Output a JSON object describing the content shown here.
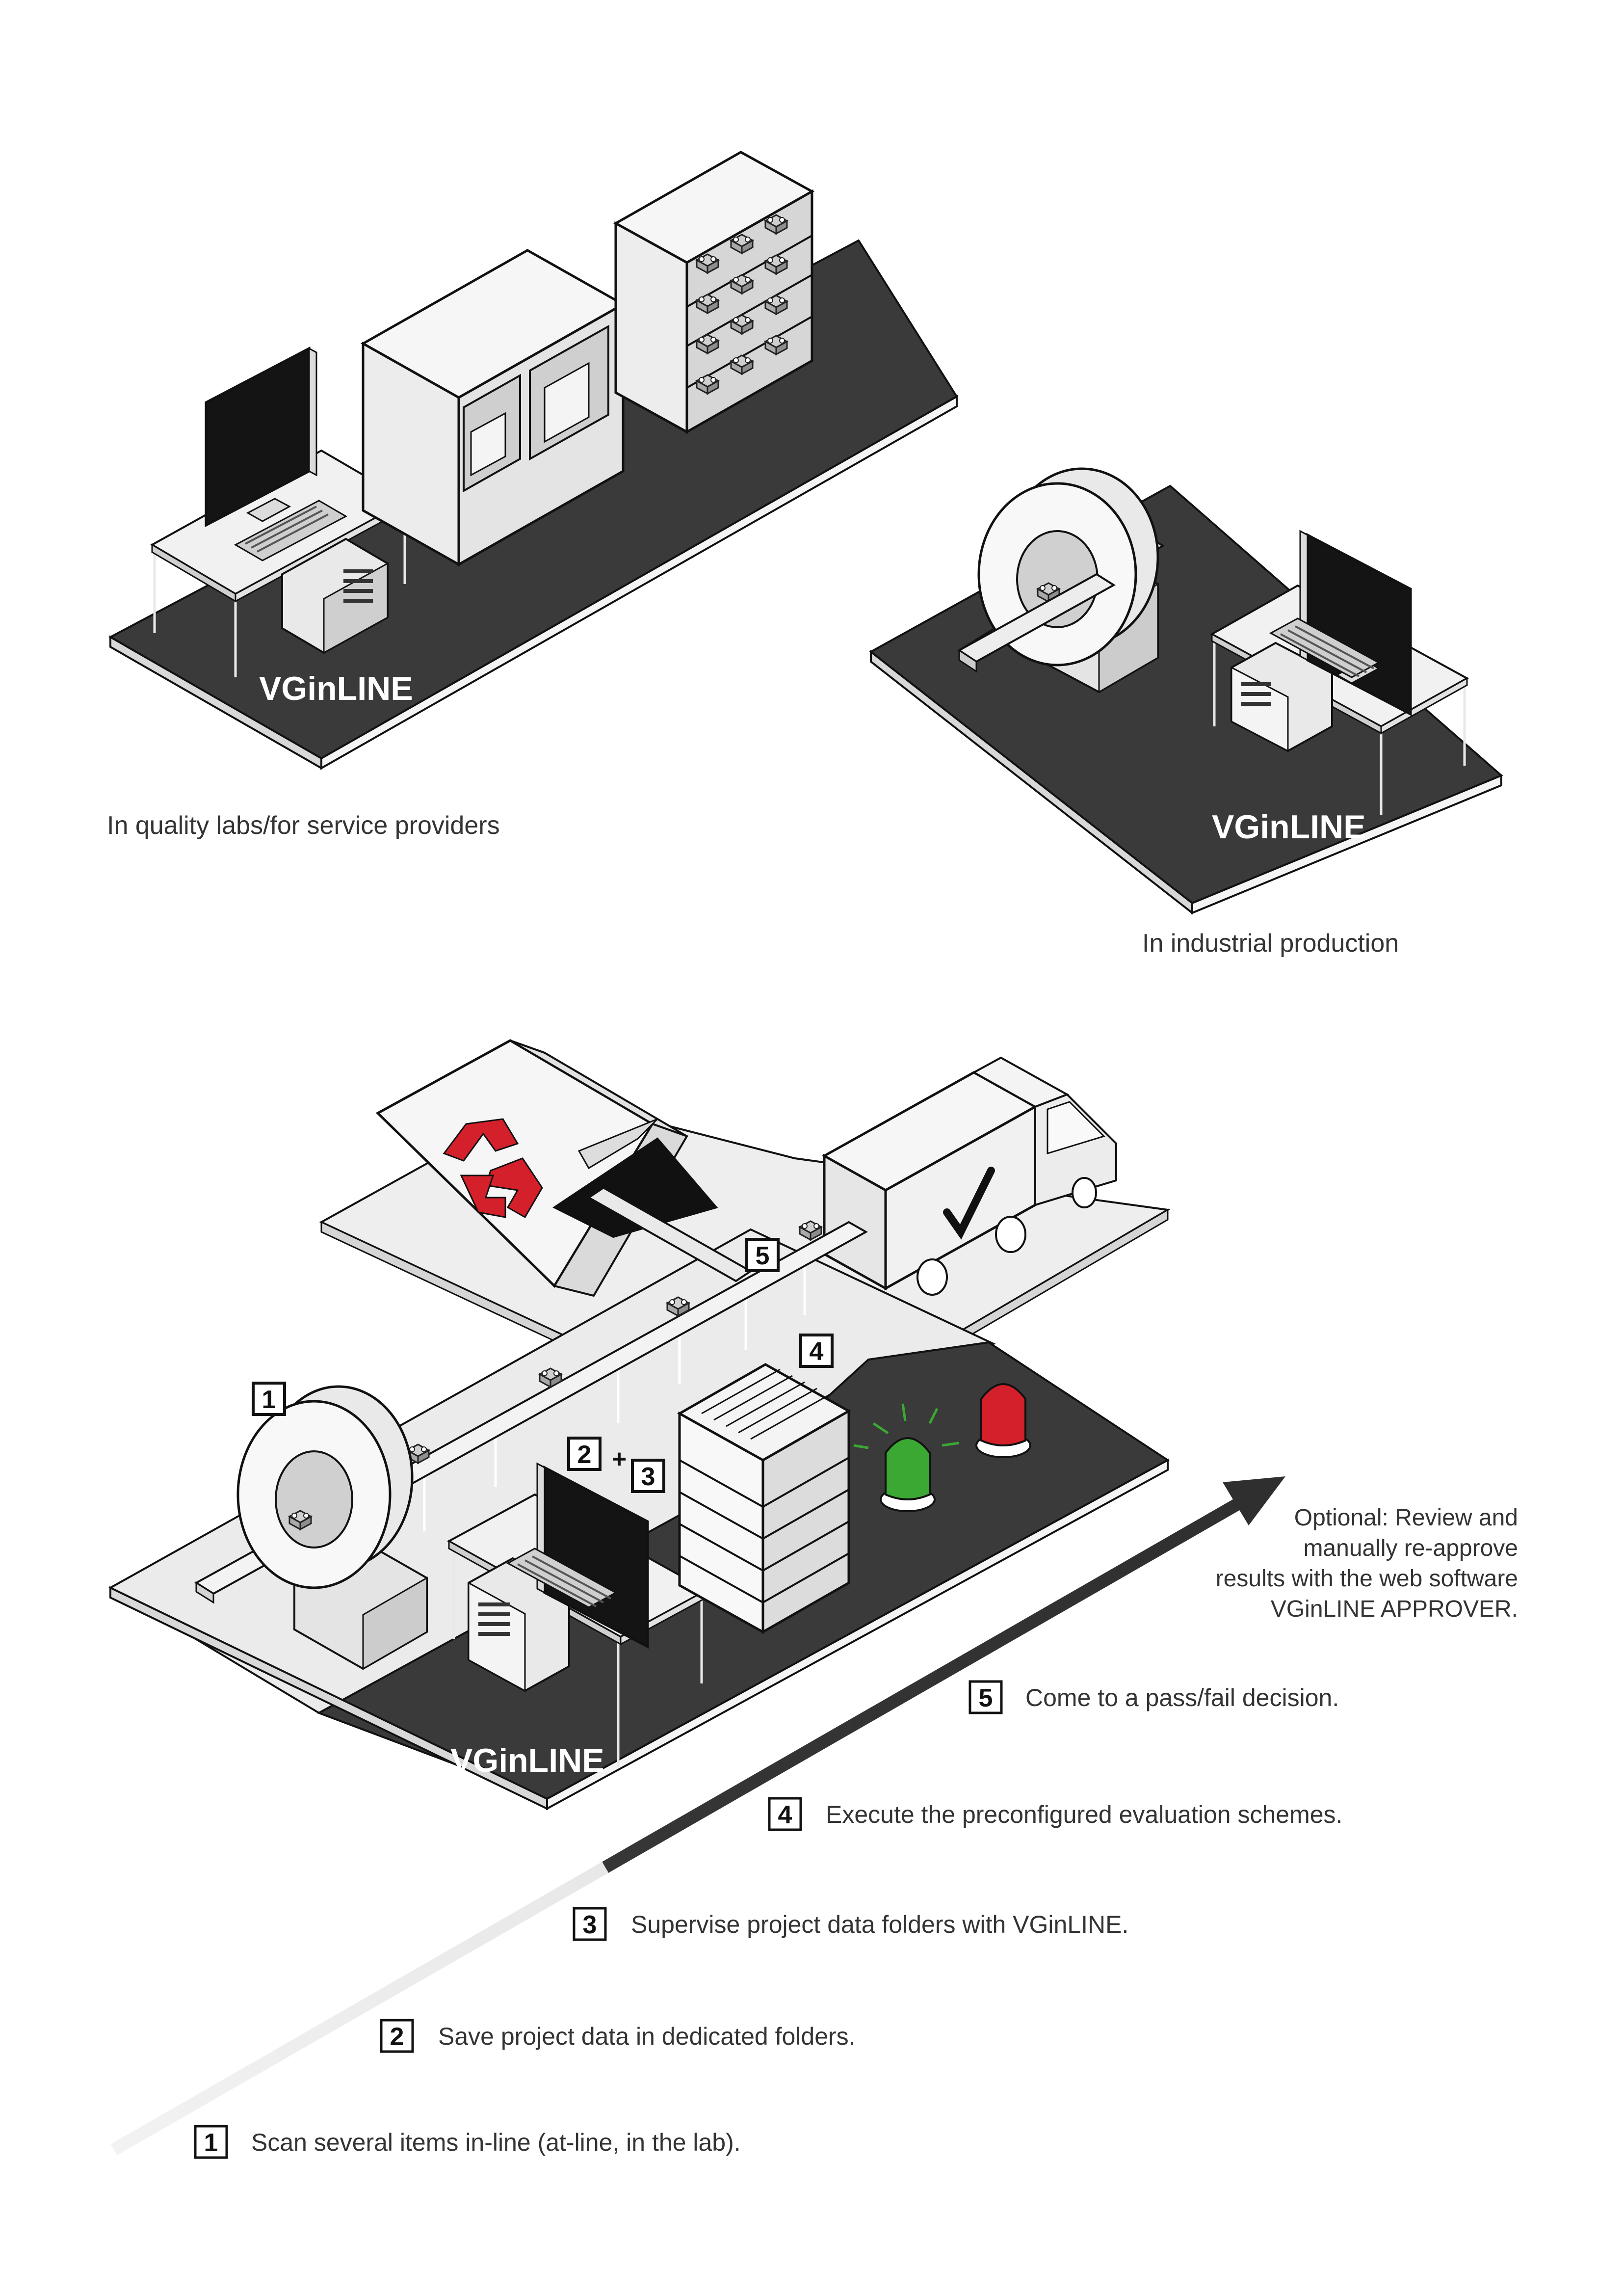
{
  "scene_top_left": {
    "brand": "VGinLINE",
    "caption": "In quality labs/for service providers"
  },
  "scene_top_right": {
    "brand": "VGinLINE",
    "caption": "In industrial production"
  },
  "scene_workflow": {
    "brand": "VGinLINE",
    "markers": [
      "1",
      "2",
      "+",
      "3",
      "4",
      "5"
    ]
  },
  "optional_note": {
    "lines": [
      "Optional: Review and",
      "manually re-approve",
      "results with the web software",
      "VGinLINE APPROVER."
    ]
  },
  "steps": [
    {
      "number": "1",
      "text": "Scan several items in-line (at-line, in the lab)."
    },
    {
      "number": "2",
      "text": "Save project data in dedicated folders."
    },
    {
      "number": "3",
      "text": "Supervise project data folders with VGinLINE."
    },
    {
      "number": "4",
      "text": "Execute the preconfigured evaluation schemes."
    },
    {
      "number": "5",
      "text": "Come to a pass/fail decision."
    }
  ],
  "colors": {
    "floor_dark": "#3a3a3a",
    "floor_light": "#e6e6e6",
    "recycle_red": "#d4202a",
    "lamp_green": "#3aa832",
    "lamp_red": "#d4202a",
    "arrow_dark": "#2f2f2f"
  }
}
